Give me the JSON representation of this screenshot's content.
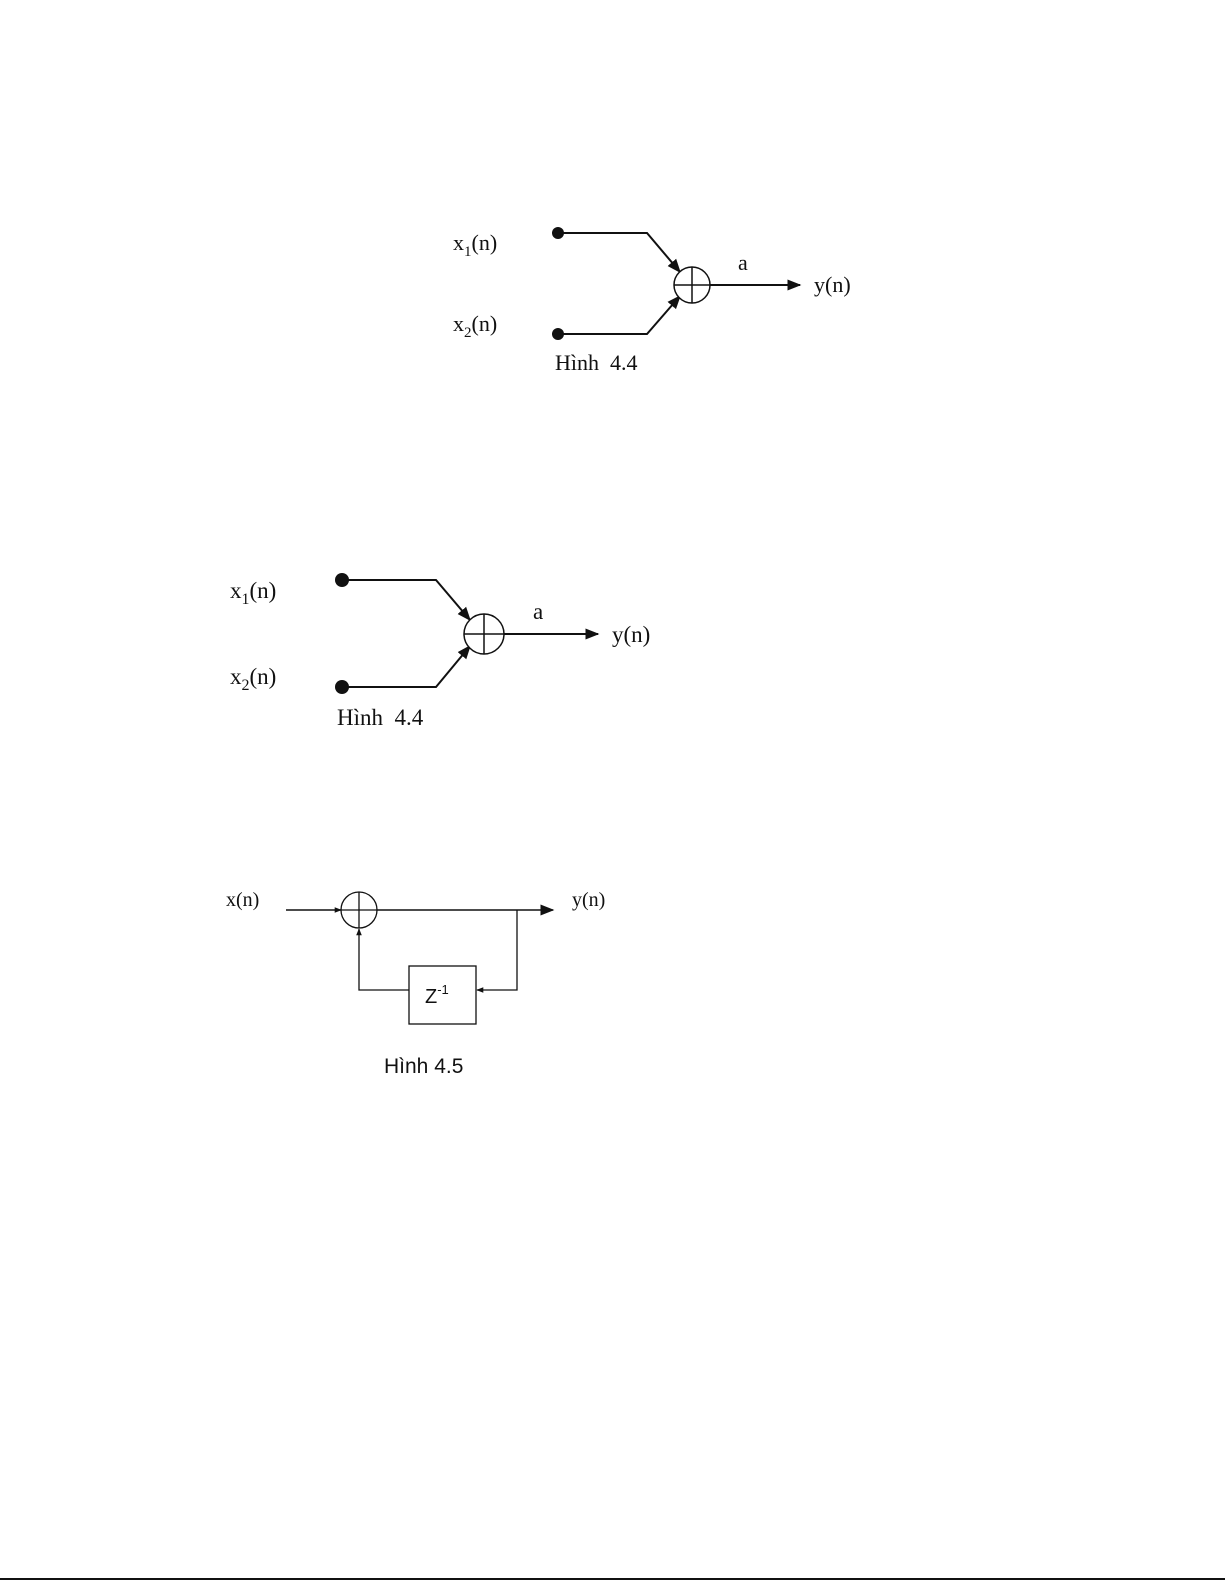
{
  "figure1": {
    "input1": {
      "base": "x",
      "sub": "1",
      "tail": "(n)"
    },
    "input2": {
      "base": "x",
      "sub": "2",
      "tail": "(n)"
    },
    "gain": "a",
    "output": "y(n)",
    "caption": "Hình  4.4"
  },
  "figure2": {
    "input1": {
      "base": "x",
      "sub": "1",
      "tail": "(n)"
    },
    "input2": {
      "base": "x",
      "sub": "2",
      "tail": "(n)"
    },
    "gain": "a",
    "output": "y(n)",
    "caption": "Hình  4.4"
  },
  "figure3": {
    "input": "x(n)",
    "output": "y(n)",
    "delay": {
      "base": "Z",
      "sup": "-1"
    },
    "caption": "Hình 4.5"
  }
}
